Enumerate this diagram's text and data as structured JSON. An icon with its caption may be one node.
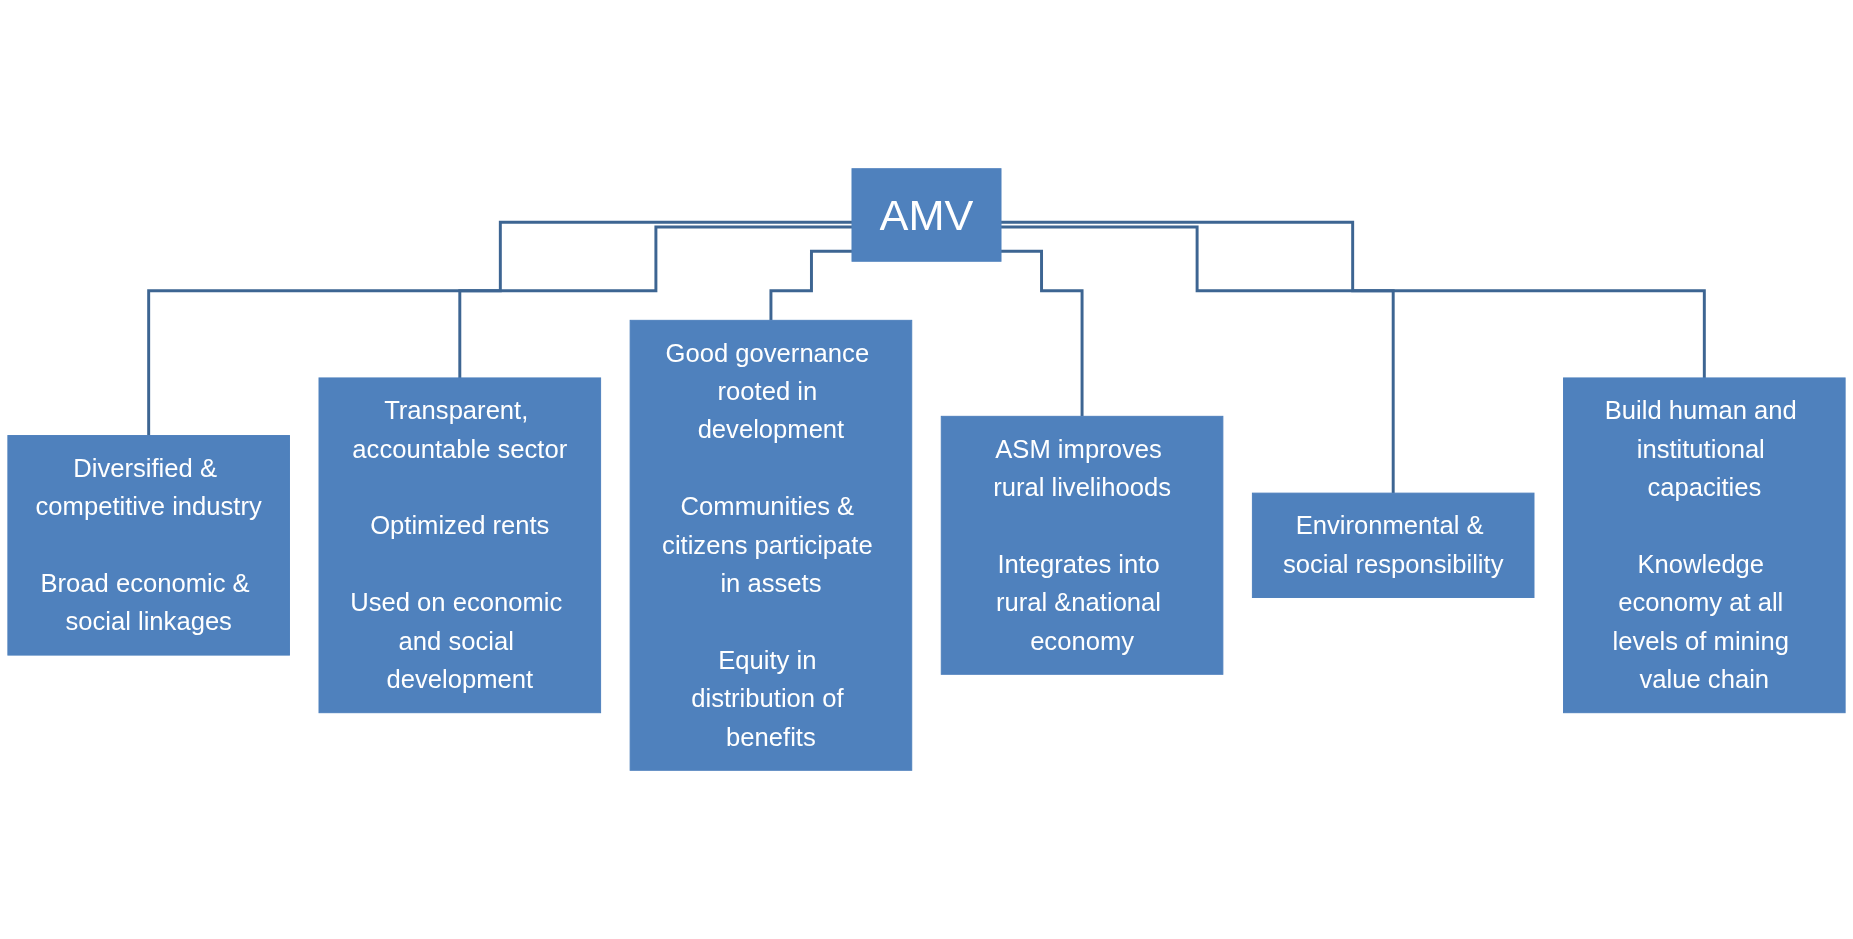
{
  "diagram": {
    "nodes": [
      {
        "text": [
          "AMV"
        ]
      },
      {
        "text": [
          "Diversified & competitive industry",
          "Broad economic & social linkages"
        ]
      },
      {
        "text": [
          "Transparent, accountable sector",
          "Optimized rents",
          "Used on economic and social development"
        ]
      },
      {
        "text": [
          "Good governance rooted in development",
          "Communities & citizens participate in assets",
          "Equity in distribution of benefits"
        ]
      },
      {
        "text": [
          "ASM improves rural livelihoods",
          "Integrates into rural &national economy"
        ]
      },
      {
        "text": [
          "Environmental & social responsibility"
        ]
      },
      {
        "text": [
          "Build human and institutional capacities",
          "Knowledge economy at all levels of mining value chain"
        ]
      }
    ],
    "edges": [
      {
        "from": 0,
        "to": 1,
        "arrow": "none"
      },
      {
        "from": 0,
        "to": 2,
        "arrow": "none"
      },
      {
        "from": 0,
        "to": 3,
        "arrow": "none"
      },
      {
        "from": 0,
        "to": 4,
        "arrow": "none"
      },
      {
        "from": 0,
        "to": 5,
        "arrow": "none"
      },
      {
        "from": 0,
        "to": 6,
        "arrow": "none"
      }
    ]
  }
}
